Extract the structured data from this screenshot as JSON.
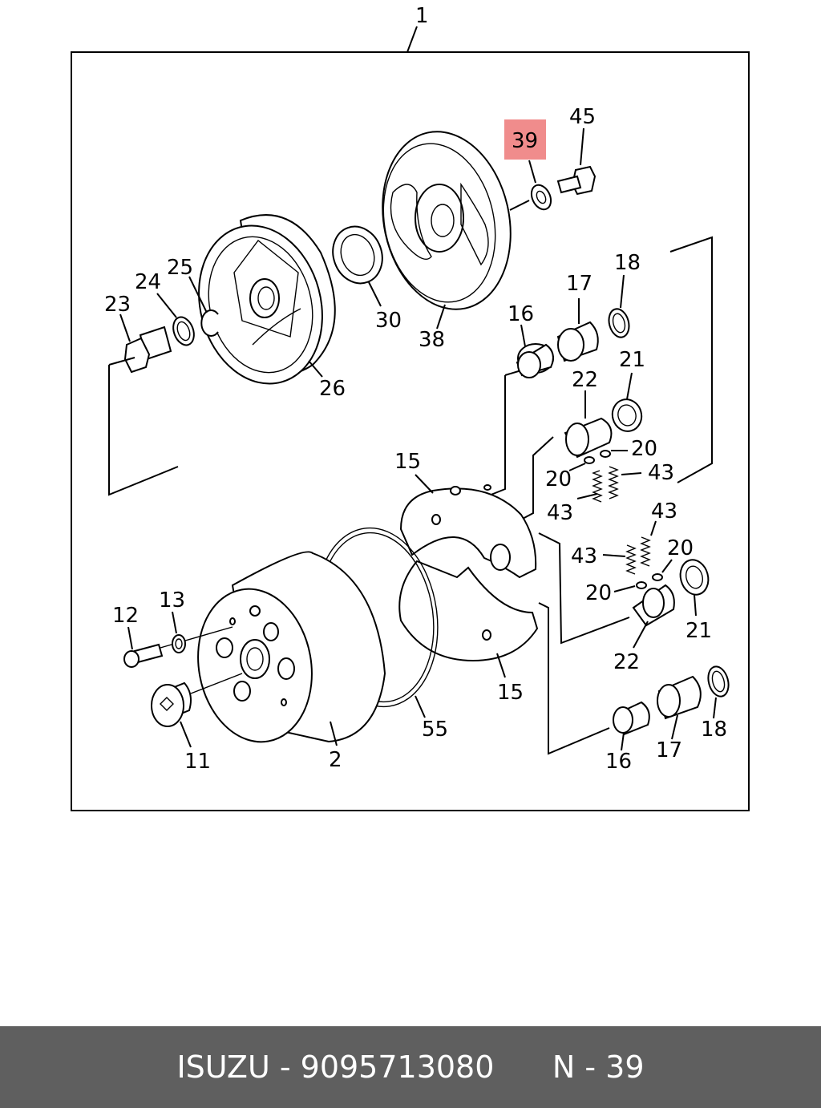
{
  "diagram": {
    "assembly_label": "1",
    "highlight_color": "#f08c8c",
    "highlighted_part": "39",
    "labels": {
      "l45": "45",
      "l39": "39",
      "l25": "25",
      "l24": "24",
      "l23": "23",
      "l30": "30",
      "l38": "38",
      "l26": "26",
      "l18a": "18",
      "l17a": "17",
      "l16a": "16",
      "l21a": "21",
      "l22a": "22",
      "l20a": "20",
      "l20b": "20",
      "l43a": "43",
      "l43b": "43",
      "l15a": "15",
      "l43c": "43",
      "l43d": "43",
      "l20c": "20",
      "l20d": "20",
      "l21b": "21",
      "l22b": "22",
      "l12": "12",
      "l13": "13",
      "l11": "11",
      "l2": "2",
      "l55": "55",
      "l15b": "15",
      "l16b": "16",
      "l17b": "17",
      "l18b": "18"
    }
  },
  "footer": {
    "brand": "ISUZU",
    "part_number": "9095713080",
    "page_ref": "N - 39",
    "text": "ISUZU - 9095713080      N - 39"
  }
}
